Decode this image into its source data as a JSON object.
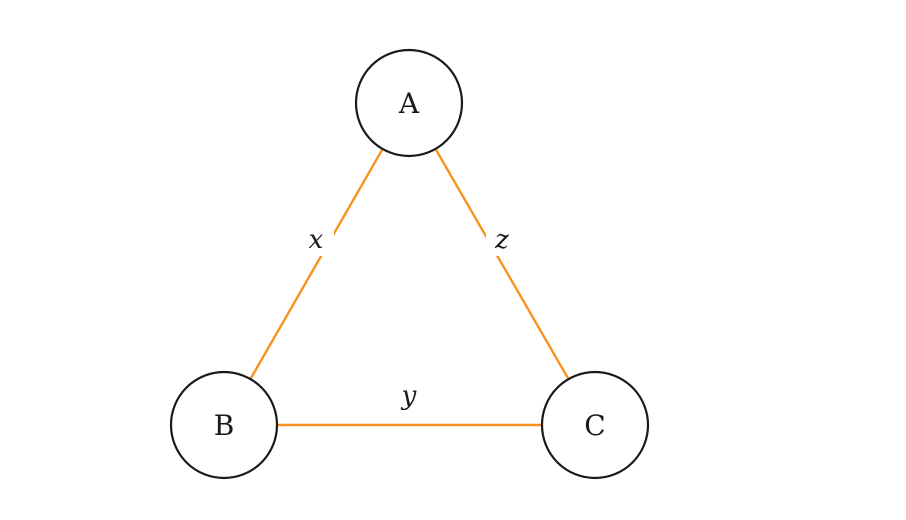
{
  "diagram": {
    "edge_color": "#f7931e",
    "nodes": [
      {
        "id": "A",
        "label": "A"
      },
      {
        "id": "B",
        "label": "B"
      },
      {
        "id": "C",
        "label": "C"
      }
    ],
    "edges": [
      {
        "from": "A",
        "to": "B",
        "label": "x"
      },
      {
        "from": "B",
        "to": "C",
        "label": "y"
      },
      {
        "from": "A",
        "to": "C",
        "label": "z"
      }
    ]
  }
}
